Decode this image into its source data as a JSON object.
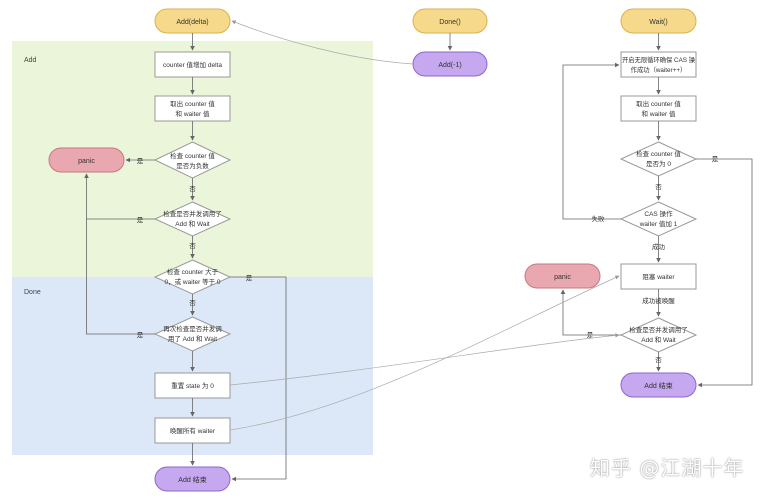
{
  "regions": {
    "add": "Add",
    "done": "Done"
  },
  "nodes": {
    "add_delta": "Add(delta)",
    "counter_add_delta": "counter 值增加 delta",
    "read_counter_waiter": [
      "取出 counter 值",
      "和 waiter 值"
    ],
    "check_counter_negative": [
      "检查 counter 值",
      "是否为负数"
    ],
    "panic_left": "panic",
    "check_concurrent_add_wait": [
      "检查是否并发调用了",
      "Add 和 Wait"
    ],
    "check_counter_waiter": [
      "检查 counter 大于",
      "0，或 waiter 等于 0"
    ],
    "recheck_concurrent": [
      "再次检查是否并发调",
      "用了 Add 和 Wait"
    ],
    "reset_state": "重置 state 为 0",
    "wake_waiters": "唤醒所有 waiter",
    "add_end": "Add 结束",
    "done": "Done()",
    "add_minus_one": "Add(-1)",
    "wait": "Wait()",
    "cas_loop": [
      "开启无限循环确保 CAS 操",
      "作成功（waiter++）"
    ],
    "wait_read_counter_waiter": [
      "取出 counter 值",
      "和 waiter 值"
    ],
    "wait_check_counter_zero": [
      "检查 counter 值",
      "是否为 0"
    ],
    "cas_op": [
      "CAS 操作",
      "waiter 值加 1"
    ],
    "block_waiter": "阻塞 waiter",
    "panic_right": "panic",
    "wait_check_concurrent": [
      "检查是否并发调用了",
      "Add 和 Wait"
    ],
    "wait_end": "Add 结束"
  },
  "edge_labels": {
    "yes": "是",
    "no": "否",
    "fail": "失败",
    "success": "成功",
    "woken": "成功被唤醒"
  },
  "watermark": "知乎 @江湖十年",
  "colors": {
    "yellow_fill": "#f6d98a",
    "yellow_stroke": "#d9b24d",
    "purple_fill": "#c5a8f0",
    "purple_stroke": "#8e66c9",
    "pink_fill": "#e9a8b0",
    "pink_stroke": "#c77880",
    "add_region": "#eaf5d9",
    "done_region": "#dce8f7",
    "line": "#666666"
  }
}
